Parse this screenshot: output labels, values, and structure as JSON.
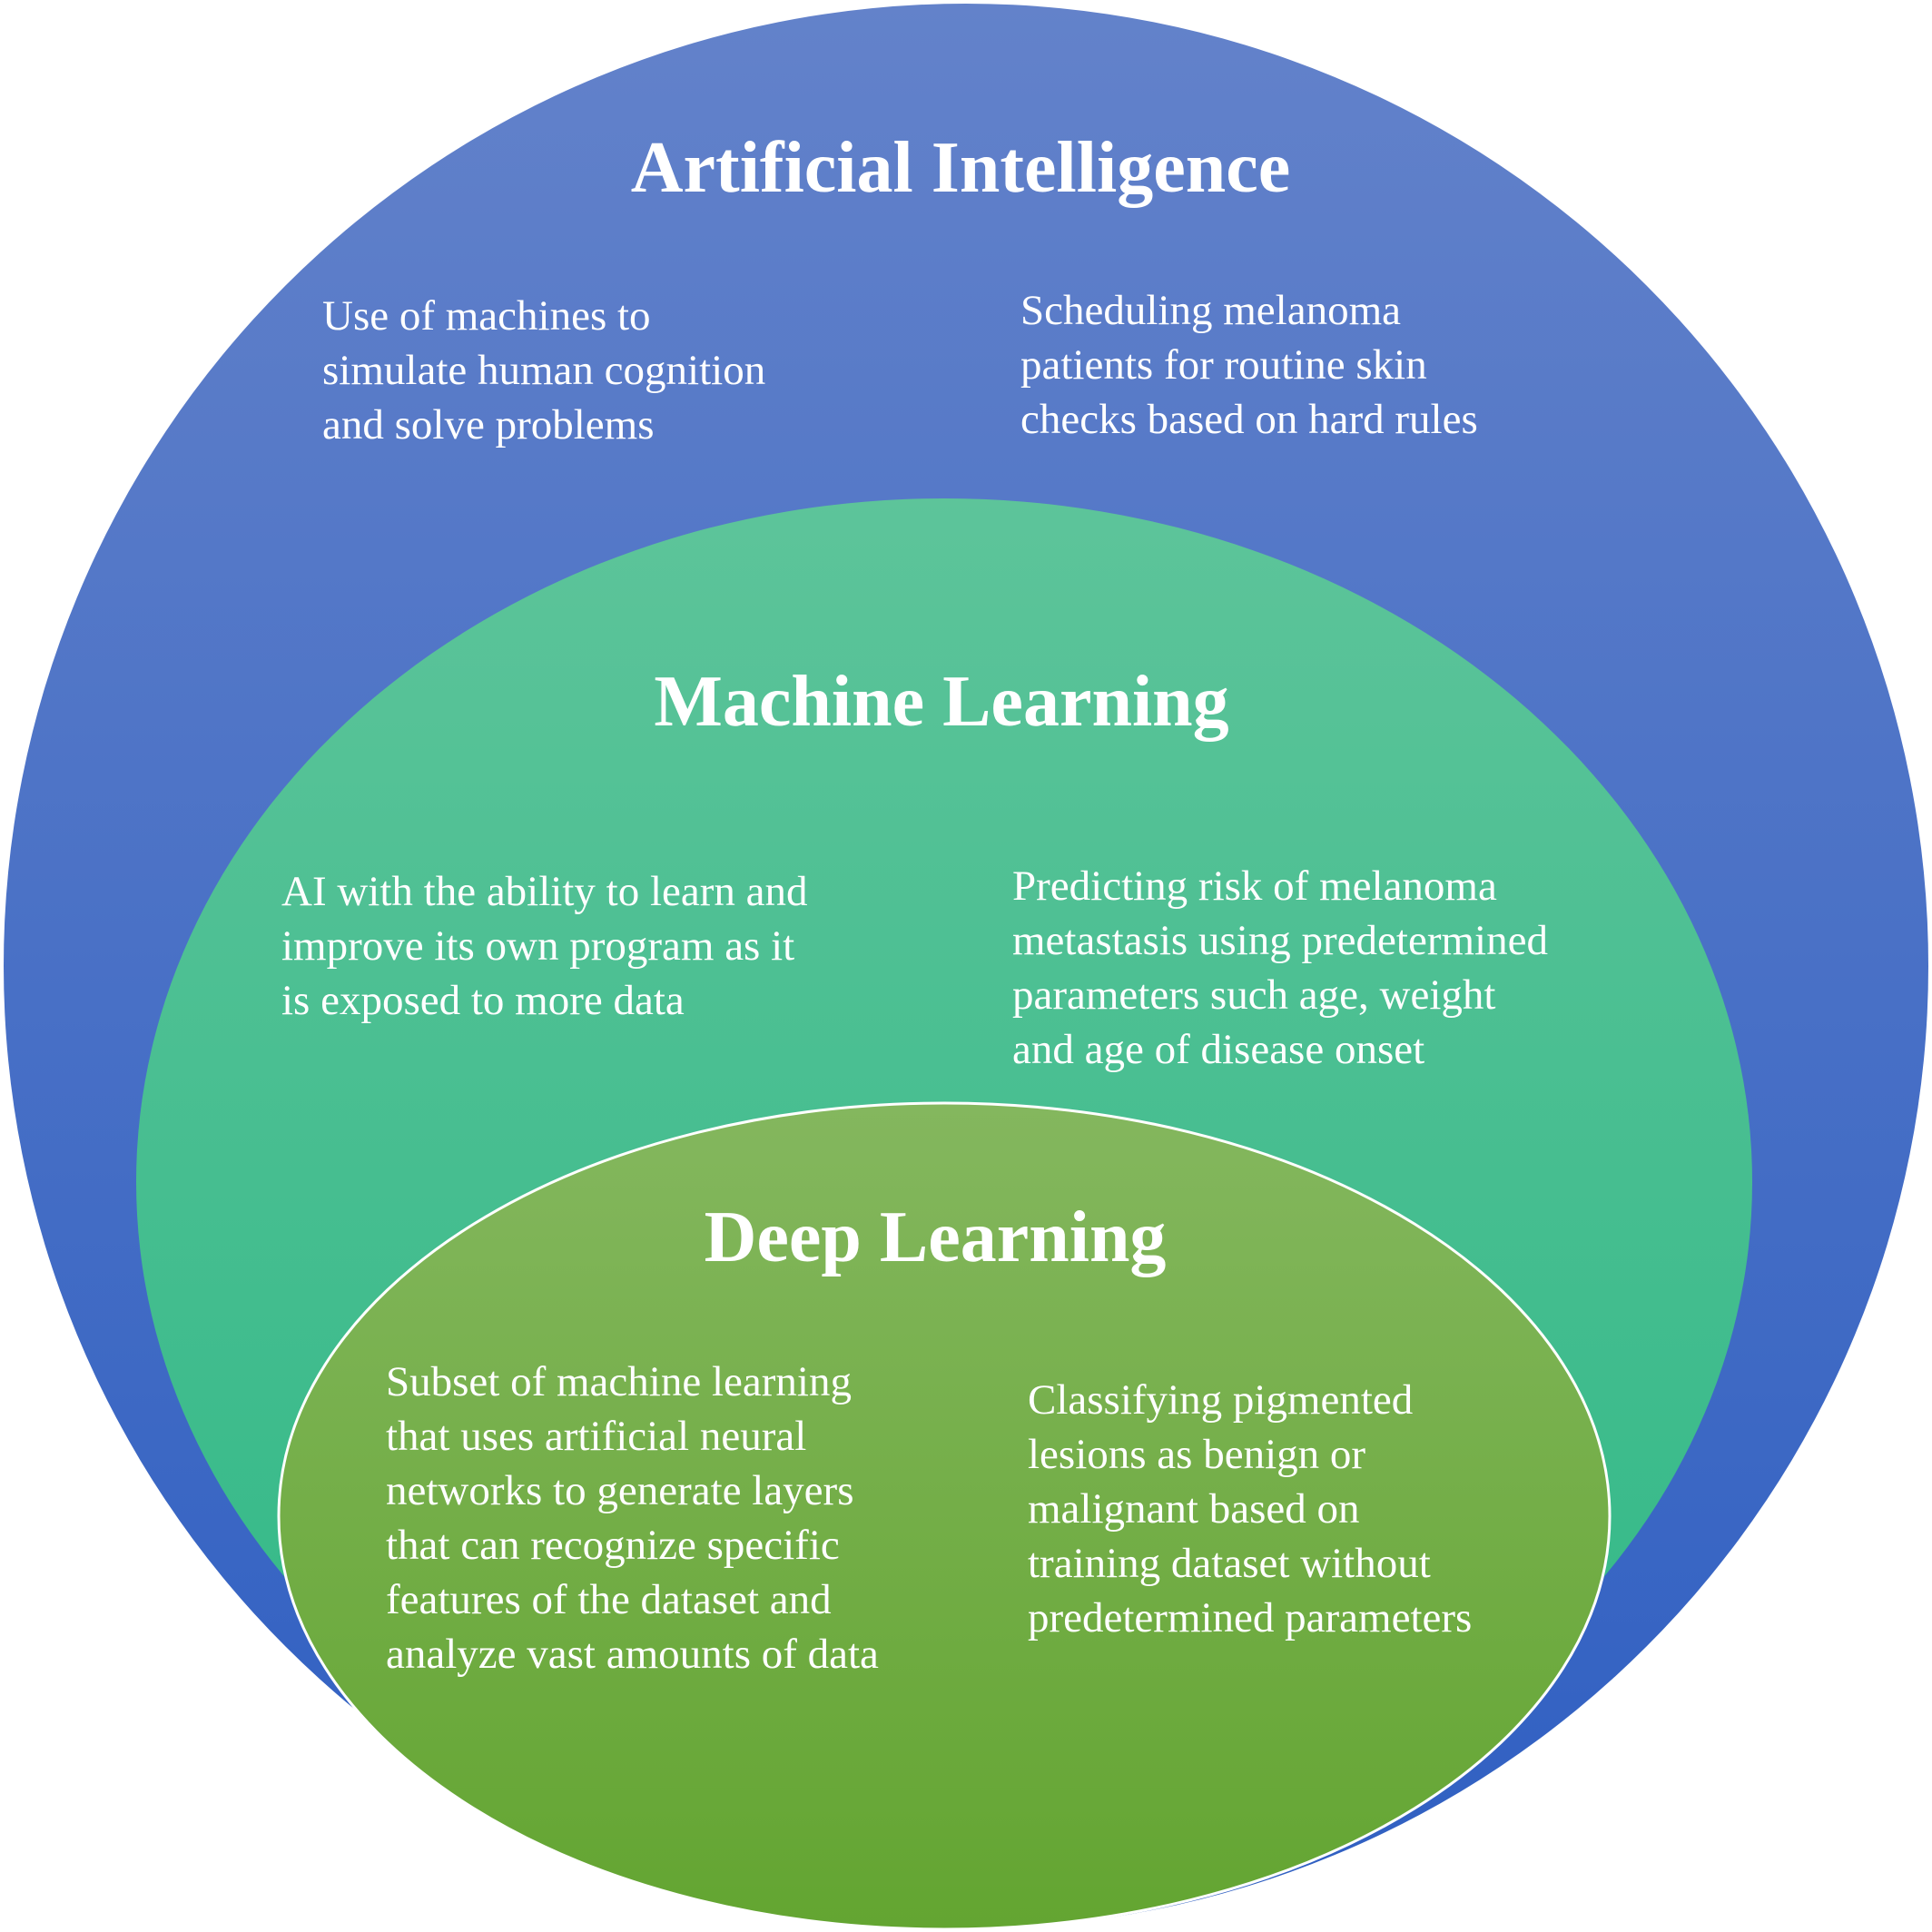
{
  "colors": {
    "ai_top": "#6382ca",
    "ai_bottom": "#2f5fc2",
    "ml_top": "#5dc49a",
    "ml_bottom": "#2fb886",
    "dl_top": "#84b75e",
    "dl_bottom": "#63a531",
    "outline": "#ffffff",
    "text": "#ffffff"
  },
  "ai": {
    "title": "Artificial Intelligence",
    "definition": "Use of machines to\nsimulate human cognition\nand solve problems",
    "example": "Scheduling melanoma\npatients for routine skin\nchecks based on hard rules"
  },
  "ml": {
    "title": "Machine Learning",
    "definition": "AI with the ability to learn and\nimprove its own program as it\nis exposed to more data",
    "example": "Predicting risk of melanoma\nmetastasis using  predetermined\nparameters such age, weight\nand age of disease onset"
  },
  "dl": {
    "title": "Deep Learning",
    "definition": "Subset of machine learning\nthat uses artificial neural\nnetworks to generate layers\nthat can recognize specific\nfeatures of the dataset and\nanalyze vast amounts of data",
    "example": "Classifying pigmented\nlesions as benign or\nmalignant based on\ntraining dataset without\npredetermined parameters"
  }
}
